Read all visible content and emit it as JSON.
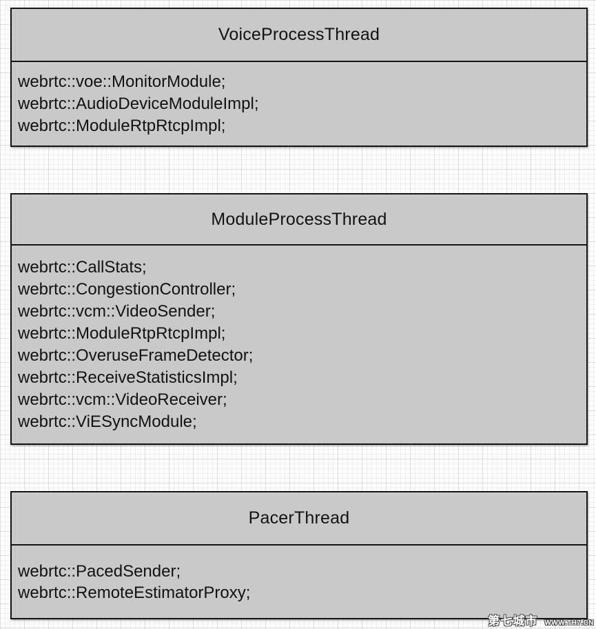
{
  "diagram": {
    "boxes": [
      {
        "title": "VoiceProcessThread",
        "items": [
          "webrtc::voe::MonitorModule;",
          "webrtc::AudioDeviceModuleImpl;",
          "webrtc::ModuleRtpRtcpImpl;"
        ]
      },
      {
        "title": "ModuleProcessThread",
        "items": [
          "webrtc::CallStats;",
          "webrtc::CongestionController;",
          "webrtc::vcm::VideoSender;",
          "webrtc::ModuleRtpRtcpImpl;",
          "webrtc::OveruseFrameDetector;",
          "webrtc::ReceiveStatisticsImpl;",
          "webrtc::vcm::VideoReceiver;",
          "webrtc::ViESyncModule;"
        ]
      },
      {
        "title": "PacerThread",
        "items": [
          "webrtc::PacedSender;",
          "webrtc::RemoteEstimatorProxy;"
        ]
      }
    ],
    "colors": {
      "box_fill": "#c9c9c9",
      "box_border": "#141414",
      "background": "#fdfdfd",
      "grid_line": "#e4e4e4",
      "text": "#121212"
    }
  },
  "watermark": {
    "site_name": "第七城市",
    "site_url": "WWW.TH7.CN"
  }
}
